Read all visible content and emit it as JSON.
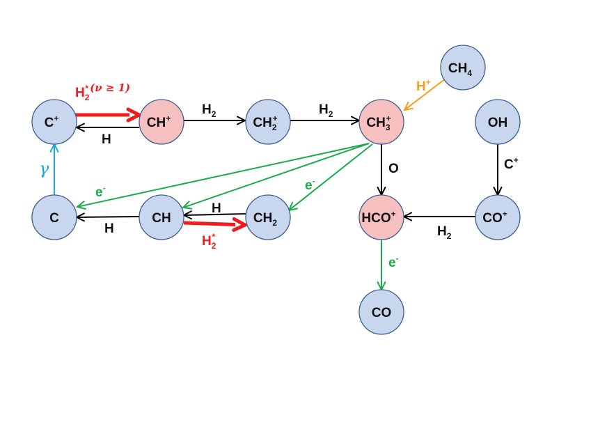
{
  "colors": {
    "node_blue": "#c9d7ee",
    "node_pink": "#f6c0c0",
    "black": "#000000",
    "green": "#1aab4b",
    "red": "#ee1c1c",
    "orange": "#f5a01b",
    "cyan": "#1aa7de"
  },
  "nodes": [
    {
      "id": "cp",
      "base": "C",
      "sub": "",
      "sup": "+",
      "fill": "blue"
    },
    {
      "id": "chp",
      "base": "CH",
      "sub": "",
      "sup": "+",
      "fill": "pink"
    },
    {
      "id": "ch2p",
      "base": "CH",
      "sub": "2",
      "sup": "+",
      "fill": "blue"
    },
    {
      "id": "ch3p",
      "base": "CH",
      "sub": "3",
      "sup": "+",
      "fill": "pink"
    },
    {
      "id": "ch4",
      "base": "CH",
      "sub": "4",
      "sup": "",
      "fill": "blue"
    },
    {
      "id": "oh",
      "base": "OH",
      "sub": "",
      "sup": "",
      "fill": "blue"
    },
    {
      "id": "c",
      "base": "C",
      "sub": "",
      "sup": "",
      "fill": "blue"
    },
    {
      "id": "ch",
      "base": "CH",
      "sub": "",
      "sup": "",
      "fill": "blue"
    },
    {
      "id": "ch2",
      "base": "CH",
      "sub": "2",
      "sup": "",
      "fill": "blue"
    },
    {
      "id": "hcop",
      "base": "HCO",
      "sub": "",
      "sup": "+",
      "fill": "pink"
    },
    {
      "id": "cop",
      "base": "CO",
      "sub": "",
      "sup": "+",
      "fill": "blue"
    },
    {
      "id": "co",
      "base": "CO",
      "sub": "",
      "sup": "",
      "fill": "blue"
    }
  ],
  "edges": [
    {
      "id": "h2star-v-cp-chp",
      "color": "red",
      "heavy": true,
      "label": {
        "base": "H",
        "sub": "2",
        "sup": "*",
        "extra": "(ν ≥ 1)"
      }
    },
    {
      "id": "h-chp-cp",
      "color": "black",
      "heavy": false,
      "label": {
        "base": "H",
        "sub": "",
        "sup": ""
      }
    },
    {
      "id": "h2-chp-ch2p",
      "color": "black",
      "heavy": false,
      "label": {
        "base": "H",
        "sub": "2",
        "sup": ""
      }
    },
    {
      "id": "h2-ch2p-ch3p",
      "color": "black",
      "heavy": false,
      "label": {
        "base": "H",
        "sub": "2",
        "sup": ""
      }
    },
    {
      "id": "hplus-ch4-ch3p",
      "color": "orange",
      "heavy": false,
      "label": {
        "base": "H",
        "sub": "",
        "sup": "+"
      }
    },
    {
      "id": "gamma-c-cp",
      "color": "cyan",
      "heavy": false,
      "label": {
        "base": "γ",
        "sub": "",
        "sup": ""
      }
    },
    {
      "id": "e-ch3p-c",
      "color": "green",
      "heavy": false,
      "label": {
        "base": "e",
        "sub": "",
        "sup": "-"
      }
    },
    {
      "id": "e-ch3p-ch",
      "color": "green",
      "heavy": false,
      "label": {
        "base": "",
        "sub": "",
        "sup": ""
      }
    },
    {
      "id": "e-ch3p-ch2",
      "color": "green",
      "heavy": false,
      "label": {
        "base": "e",
        "sub": "",
        "sup": "-"
      }
    },
    {
      "id": "o-ch3p-hcop",
      "color": "black",
      "heavy": false,
      "label": {
        "base": "O",
        "sub": "",
        "sup": ""
      }
    },
    {
      "id": "cplus-oh-cop",
      "color": "black",
      "heavy": false,
      "label": {
        "base": "C",
        "sub": "",
        "sup": "+"
      }
    },
    {
      "id": "h2-cop-hcop",
      "color": "black",
      "heavy": false,
      "label": {
        "base": "H",
        "sub": "2",
        "sup": ""
      }
    },
    {
      "id": "e-hcop-co",
      "color": "green",
      "heavy": false,
      "label": {
        "base": "e",
        "sub": "",
        "sup": "-"
      }
    },
    {
      "id": "h-ch-c",
      "color": "black",
      "heavy": false,
      "label": {
        "base": "H",
        "sub": "",
        "sup": ""
      }
    },
    {
      "id": "h-ch2-ch",
      "color": "black",
      "heavy": false,
      "label": {
        "base": "H",
        "sub": "",
        "sup": ""
      }
    },
    {
      "id": "h2star-ch-ch2",
      "color": "red",
      "heavy": true,
      "label": {
        "base": "H",
        "sub": "2",
        "sup": "*"
      }
    }
  ]
}
